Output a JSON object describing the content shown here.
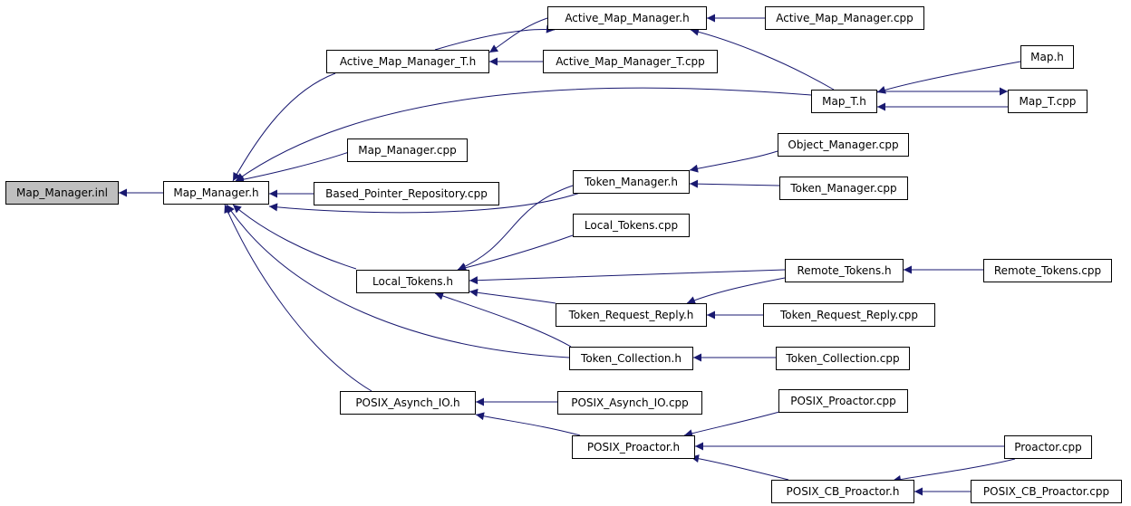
{
  "diagram": {
    "root": "n_root",
    "nodes": [
      {
        "id": "n_root",
        "label": "Map_Manager.inl"
      },
      {
        "id": "n_mm_h",
        "label": "Map_Manager.h"
      },
      {
        "id": "n_amm_t_h",
        "label": "Active_Map_Manager_T.h"
      },
      {
        "id": "n_amm_h",
        "label": "Active_Map_Manager.h"
      },
      {
        "id": "n_amm_cpp",
        "label": "Active_Map_Manager.cpp"
      },
      {
        "id": "n_amm_t_cpp",
        "label": "Active_Map_Manager_T.cpp"
      },
      {
        "id": "n_map_h",
        "label": "Map.h"
      },
      {
        "id": "n_map_t_h",
        "label": "Map_T.h"
      },
      {
        "id": "n_map_t_cpp",
        "label": "Map_T.cpp"
      },
      {
        "id": "n_mm_cpp",
        "label": "Map_Manager.cpp"
      },
      {
        "id": "n_bpr_cpp",
        "label": "Based_Pointer_Repository.cpp"
      },
      {
        "id": "n_om_cpp",
        "label": "Object_Manager.cpp"
      },
      {
        "id": "n_tm_h",
        "label": "Token_Manager.h"
      },
      {
        "id": "n_tm_cpp",
        "label": "Token_Manager.cpp"
      },
      {
        "id": "n_lt_cpp",
        "label": "Local_Tokens.cpp"
      },
      {
        "id": "n_lt_h",
        "label": "Local_Tokens.h"
      },
      {
        "id": "n_rt_h",
        "label": "Remote_Tokens.h"
      },
      {
        "id": "n_rt_cpp",
        "label": "Remote_Tokens.cpp"
      },
      {
        "id": "n_trr_h",
        "label": "Token_Request_Reply.h"
      },
      {
        "id": "n_trr_cpp",
        "label": "Token_Request_Reply.cpp"
      },
      {
        "id": "n_tc_h",
        "label": "Token_Collection.h"
      },
      {
        "id": "n_tc_cpp",
        "label": "Token_Collection.cpp"
      },
      {
        "id": "n_pai_h",
        "label": "POSIX_Asynch_IO.h"
      },
      {
        "id": "n_pai_cpp",
        "label": "POSIX_Asynch_IO.cpp"
      },
      {
        "id": "n_pp_cpp",
        "label": "POSIX_Proactor.cpp"
      },
      {
        "id": "n_pp_h",
        "label": "POSIX_Proactor.h"
      },
      {
        "id": "n_pro_cpp",
        "label": "Proactor.cpp"
      },
      {
        "id": "n_pcbp_h",
        "label": "POSIX_CB_Proactor.h"
      },
      {
        "id": "n_pcbp_cpp",
        "label": "POSIX_CB_Proactor.cpp"
      }
    ],
    "edges": [
      {
        "from": "n_mm_h",
        "to": "n_root"
      },
      {
        "from": "n_amm_t_h",
        "to": "n_mm_h"
      },
      {
        "from": "n_map_t_h",
        "to": "n_mm_h"
      },
      {
        "from": "n_mm_cpp",
        "to": "n_mm_h"
      },
      {
        "from": "n_bpr_cpp",
        "to": "n_mm_h"
      },
      {
        "from": "n_tm_h",
        "to": "n_mm_h"
      },
      {
        "from": "n_lt_h",
        "to": "n_mm_h"
      },
      {
        "from": "n_tc_h",
        "to": "n_mm_h"
      },
      {
        "from": "n_pai_h",
        "to": "n_mm_h"
      },
      {
        "from": "n_amm_h",
        "to": "n_amm_t_h"
      },
      {
        "from": "n_amm_t_cpp",
        "to": "n_amm_t_h"
      },
      {
        "from": "n_amm_t_h",
        "to": "n_amm_h"
      },
      {
        "from": "n_amm_cpp",
        "to": "n_amm_h"
      },
      {
        "from": "n_map_t_h",
        "to": "n_amm_h"
      },
      {
        "from": "n_map_h",
        "to": "n_map_t_h"
      },
      {
        "from": "n_map_t_cpp",
        "to": "n_map_t_h"
      },
      {
        "from": "n_map_t_h",
        "to": "n_map_t_cpp"
      },
      {
        "from": "n_om_cpp",
        "to": "n_tm_h"
      },
      {
        "from": "n_tm_cpp",
        "to": "n_tm_h"
      },
      {
        "from": "n_tm_h",
        "to": "n_lt_h"
      },
      {
        "from": "n_lt_cpp",
        "to": "n_lt_h"
      },
      {
        "from": "n_rt_h",
        "to": "n_lt_h"
      },
      {
        "from": "n_trr_h",
        "to": "n_lt_h"
      },
      {
        "from": "n_tc_h",
        "to": "n_lt_h"
      },
      {
        "from": "n_rt_cpp",
        "to": "n_rt_h"
      },
      {
        "from": "n_rt_h",
        "to": "n_trr_h"
      },
      {
        "from": "n_trr_cpp",
        "to": "n_trr_h"
      },
      {
        "from": "n_tc_cpp",
        "to": "n_tc_h"
      },
      {
        "from": "n_pai_cpp",
        "to": "n_pai_h"
      },
      {
        "from": "n_pp_h",
        "to": "n_pai_h"
      },
      {
        "from": "n_pp_cpp",
        "to": "n_pp_h"
      },
      {
        "from": "n_pro_cpp",
        "to": "n_pp_h"
      },
      {
        "from": "n_pcbp_h",
        "to": "n_pp_h"
      },
      {
        "from": "n_pro_cpp",
        "to": "n_pcbp_h"
      },
      {
        "from": "n_pcbp_cpp",
        "to": "n_pcbp_h"
      }
    ],
    "colors": {
      "node_fill": "#ffffff",
      "root_fill": "#bfbfbf",
      "node_border": "#000000",
      "edge": "#191970"
    }
  }
}
